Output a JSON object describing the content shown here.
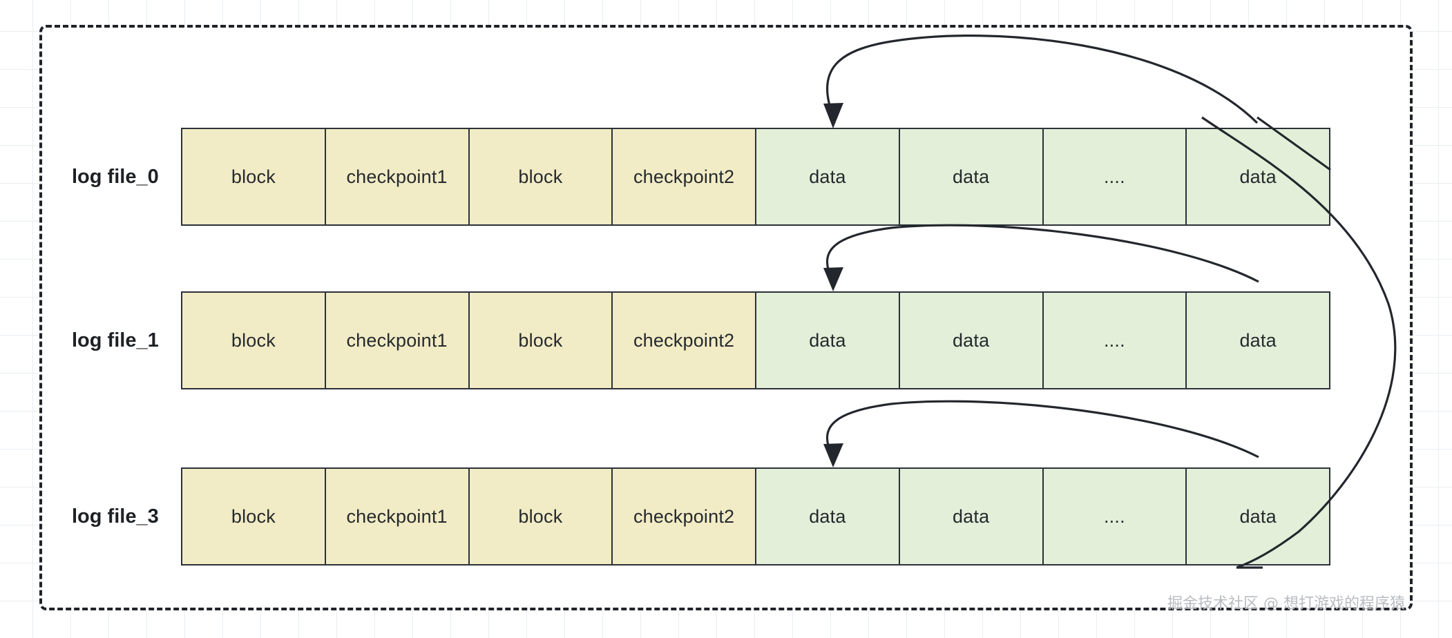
{
  "diagram": {
    "title": "log file segment layout with checkpoint rollover",
    "frame": {
      "style": "dashed-rounded-rectangle",
      "color": "#1f2329"
    },
    "colors": {
      "meta_cell_fill": "#f1ecc5",
      "data_cell_fill": "#e3efd8",
      "cell_border": "#2b3038",
      "arrow_stroke": "#23272d",
      "text": "#26292e",
      "grid_line": "#e9eef2",
      "watermark": "#b9bcc0"
    },
    "column_count": 8,
    "rows": [
      {
        "label": "log file_0",
        "cells": [
          {
            "text": "block",
            "kind": "meta"
          },
          {
            "text": "checkpoint1",
            "kind": "meta"
          },
          {
            "text": "block",
            "kind": "meta"
          },
          {
            "text": "checkpoint2",
            "kind": "meta"
          },
          {
            "text": "data",
            "kind": "data"
          },
          {
            "text": "data",
            "kind": "data"
          },
          {
            "text": "....",
            "kind": "data"
          },
          {
            "text": "data",
            "kind": "data"
          }
        ]
      },
      {
        "label": "log file_1",
        "cells": [
          {
            "text": "block",
            "kind": "meta"
          },
          {
            "text": "checkpoint1",
            "kind": "meta"
          },
          {
            "text": "block",
            "kind": "meta"
          },
          {
            "text": "checkpoint2",
            "kind": "meta"
          },
          {
            "text": "data",
            "kind": "data"
          },
          {
            "text": "data",
            "kind": "data"
          },
          {
            "text": "....",
            "kind": "data"
          },
          {
            "text": "data",
            "kind": "data"
          }
        ]
      },
      {
        "label": "log file_3",
        "cells": [
          {
            "text": "block",
            "kind": "meta"
          },
          {
            "text": "checkpoint1",
            "kind": "meta"
          },
          {
            "text": "block",
            "kind": "meta"
          },
          {
            "text": "checkpoint2",
            "kind": "meta"
          },
          {
            "text": "data",
            "kind": "data"
          },
          {
            "text": "data",
            "kind": "data"
          },
          {
            "text": "....",
            "kind": "data"
          },
          {
            "text": "data",
            "kind": "data"
          }
        ]
      }
    ],
    "connectors": [
      {
        "name": "wrap-arrow-row-0",
        "from": "log file_0 last data cell",
        "to": "log file_0 first data cell",
        "arrowhead": "down"
      },
      {
        "name": "wrap-arrow-row-1",
        "from": "log file_1 last data cell",
        "to": "log file_1 first data cell",
        "arrowhead": "down"
      },
      {
        "name": "wrap-arrow-row-2",
        "from": "log file_3 last data cell",
        "to": "log file_3 first data cell",
        "arrowhead": "down"
      },
      {
        "name": "rollover-curve",
        "from": "log file_0 end",
        "to": "log file_3 end",
        "arrowhead": "none"
      }
    ]
  },
  "watermark": {
    "text": "掘金技术社区 @ 想打游戏的程序猿"
  }
}
